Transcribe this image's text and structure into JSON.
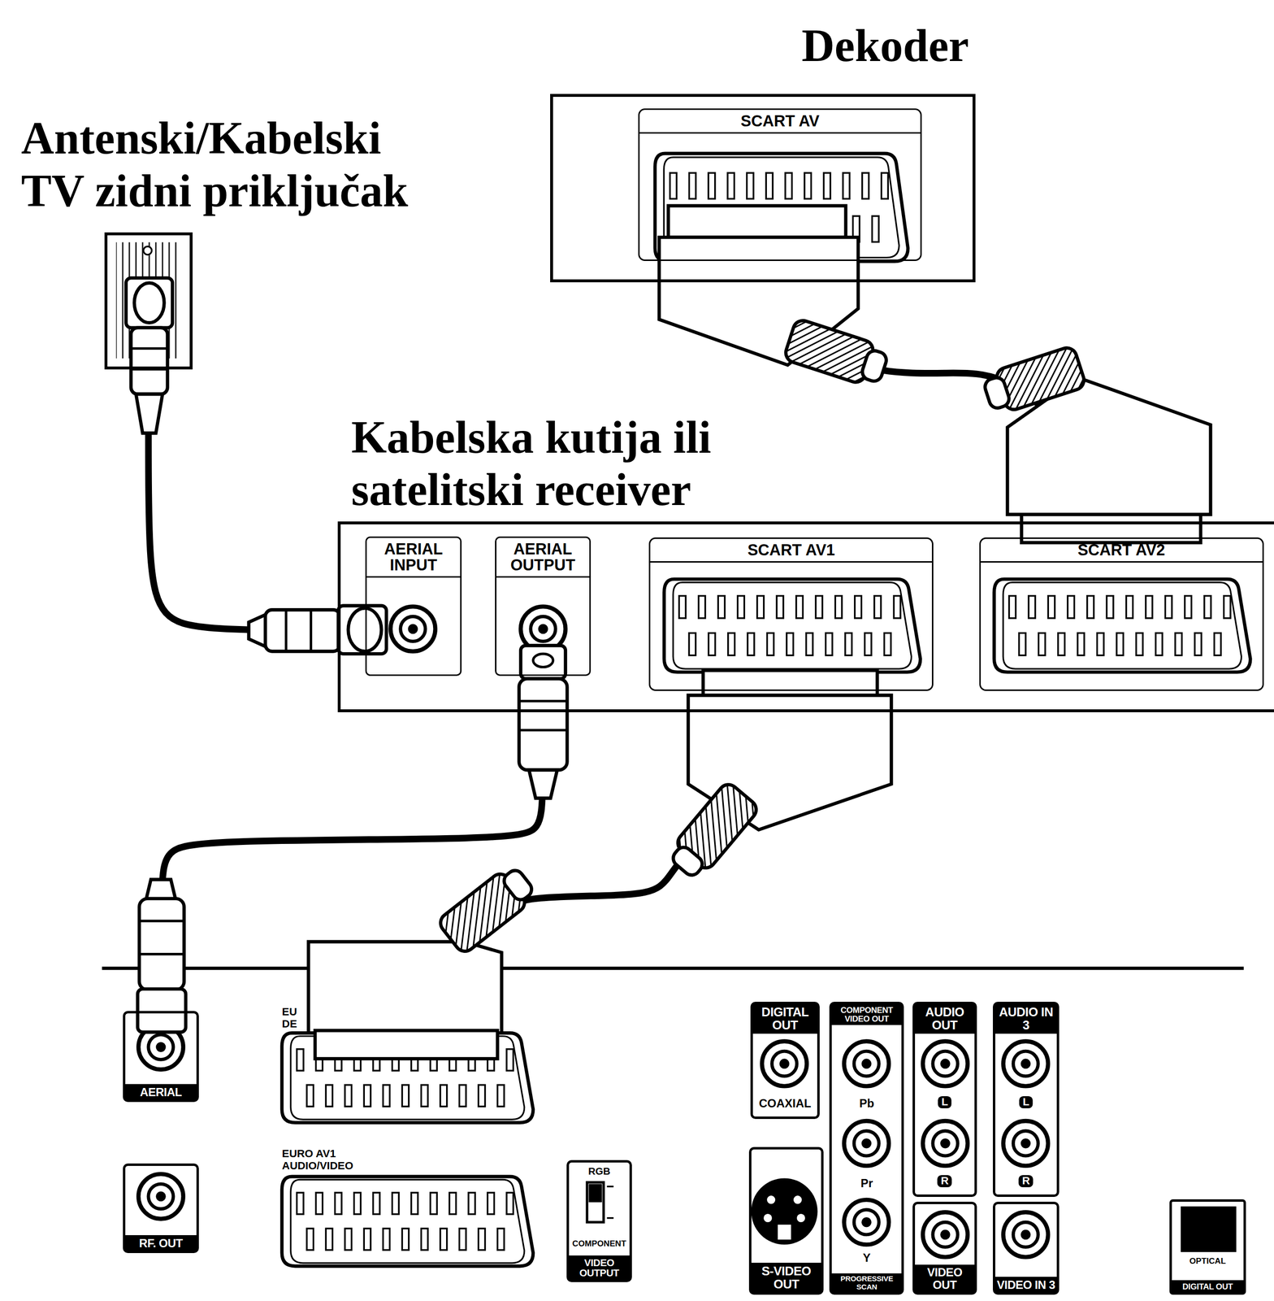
{
  "diagram": {
    "nodes": [
      {
        "text": [
          "Dekoder"
        ]
      },
      {
        "text": [
          "SCART AV"
        ],
        "in": 0
      },
      {
        "text": [
          "Antenski/Kabelski TV zidni priključak"
        ]
      },
      {
        "text": [
          "Kabelska kutija ili satelitski receiver"
        ]
      },
      {
        "text": [
          "AERIAL INPUT"
        ],
        "in": 3
      },
      {
        "text": [
          "AERIAL OUTPUT"
        ],
        "in": 3
      },
      {
        "text": [
          "SCART AV1"
        ],
        "in": 3
      },
      {
        "text": [
          "SCART AV2"
        ],
        "in": 3
      },
      {
        "text": [
          "AERIAL"
        ]
      },
      {
        "text": [
          "EU DE"
        ]
      },
      {
        "text": [
          "RF. OUT"
        ]
      },
      {
        "text": [
          "EURO AV1 AUDIO/VIDEO"
        ]
      },
      {
        "text": [
          "RGB",
          "COMPONENT",
          "VIDEO OUTPUT"
        ]
      },
      {
        "text": [
          "DIGITAL OUT",
          "COAXIAL"
        ]
      },
      {
        "text": [
          "COMPONENT VIDEO OUT",
          "Pb",
          "Pr",
          "Y",
          "PROGRESSIVE SCAN"
        ]
      },
      {
        "text": [
          "S-VIDEO OUT"
        ]
      },
      {
        "text": [
          "AUDIO OUT",
          "L",
          "R"
        ]
      },
      {
        "text": [
          "VIDEO OUT"
        ]
      },
      {
        "text": [
          "AUDIO IN 3",
          "L",
          "R"
        ]
      },
      {
        "text": [
          "VIDEO IN 3"
        ]
      },
      {
        "text": [
          "OPTICAL",
          "DIGITAL OUT"
        ]
      }
    ],
    "edges": [
      {
        "from": 2,
        "to": 4,
        "arrow": "none"
      },
      {
        "from": 5,
        "to": 8,
        "arrow": "none"
      },
      {
        "from": 6,
        "to": 9,
        "arrow": "none"
      },
      {
        "from": 7,
        "to": 1,
        "arrow": "none"
      }
    ]
  }
}
